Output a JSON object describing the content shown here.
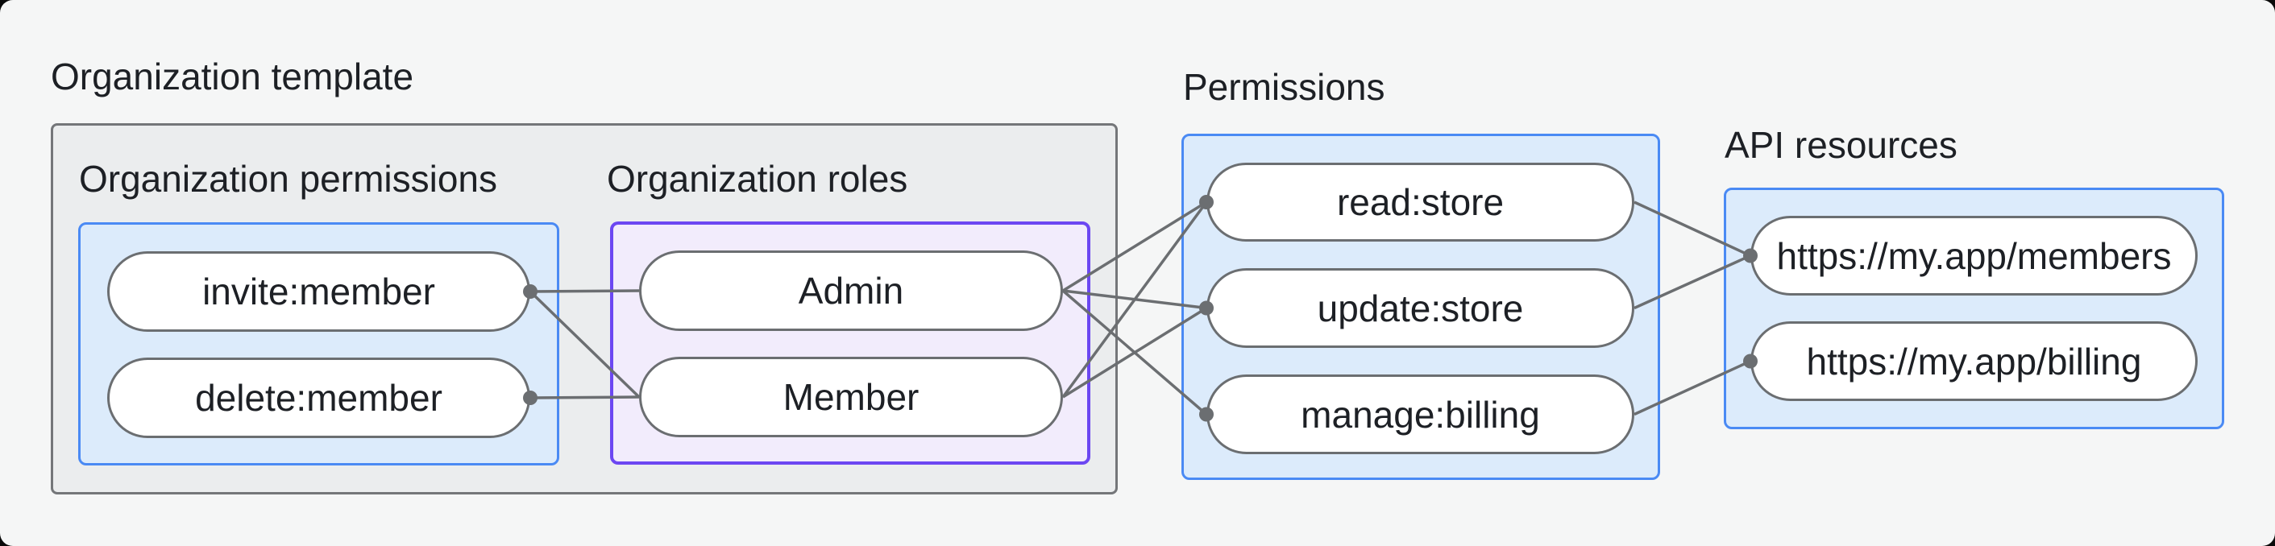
{
  "colors": {
    "page_bg": "#f5f6f6",
    "container_bg": "#ebedee",
    "container_border": "#747679",
    "blue_bg": "#dcebfb",
    "blue_border": "#4a8af4",
    "purple_bg": "#f2ecfc",
    "purple_border": "#6c47f2",
    "node_bg": "#ffffff",
    "node_border": "#6b6e71",
    "edge": "#6b6e71",
    "text": "#1d2025"
  },
  "org_template": {
    "title": "Organization template",
    "permissions_group": {
      "title": "Organization permissions",
      "nodes": [
        {
          "id": "invite_member",
          "label": "invite:member"
        },
        {
          "id": "delete_member",
          "label": "delete:member"
        }
      ]
    },
    "roles_group": {
      "title": "Organization roles",
      "nodes": [
        {
          "id": "admin",
          "label": "Admin"
        },
        {
          "id": "member",
          "label": "Member"
        }
      ]
    }
  },
  "permissions_group": {
    "title": "Permissions",
    "nodes": [
      {
        "id": "read_store",
        "label": "read:store"
      },
      {
        "id": "update_store",
        "label": "update:store"
      },
      {
        "id": "manage_billing",
        "label": "manage:billing"
      }
    ]
  },
  "api_resources_group": {
    "title": "API resources",
    "nodes": [
      {
        "id": "api_members",
        "label": "https://my.app/members"
      },
      {
        "id": "api_billing",
        "label": "https://my.app/billing"
      }
    ]
  },
  "edges": [
    {
      "from": "invite_member",
      "to": "admin"
    },
    {
      "from": "invite_member",
      "to": "member"
    },
    {
      "from": "delete_member",
      "to": "member"
    },
    {
      "from": "admin",
      "to": "read_store"
    },
    {
      "from": "admin",
      "to": "update_store"
    },
    {
      "from": "admin",
      "to": "manage_billing"
    },
    {
      "from": "member",
      "to": "read_store"
    },
    {
      "from": "member",
      "to": "update_store"
    },
    {
      "from": "read_store",
      "to": "api_members"
    },
    {
      "from": "update_store",
      "to": "api_members"
    },
    {
      "from": "manage_billing",
      "to": "api_billing"
    }
  ]
}
